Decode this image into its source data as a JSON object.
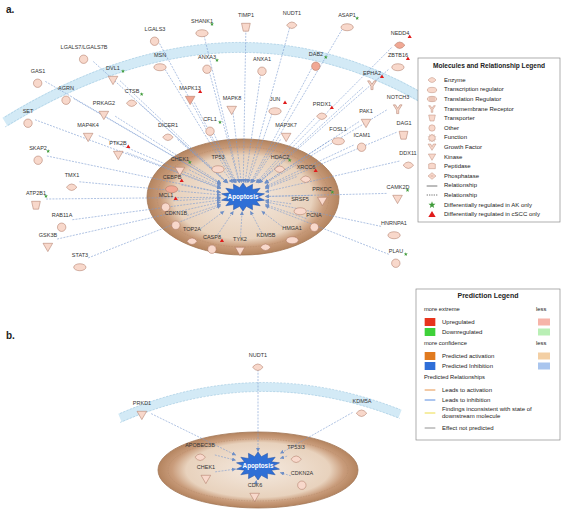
{
  "diagram": {
    "nodes": [
      {
        "text": [
          "LGALS7/LGALS7B"
        ]
      },
      {
        "text": [
          "LGALS3"
        ]
      },
      {
        "text": [
          "SHANK1"
        ]
      },
      {
        "text": [
          "TIMP1"
        ]
      },
      {
        "text": [
          "NUDT1"
        ]
      },
      {
        "text": [
          "ASAP1"
        ]
      },
      {
        "text": [
          "NEDD4"
        ]
      },
      {
        "text": [
          "ZBTB16"
        ]
      },
      {
        "text": [
          "GAS1"
        ]
      },
      {
        "text": [
          "AGRN"
        ]
      },
      {
        "text": [
          "DVL1"
        ]
      },
      {
        "text": [
          "MSN"
        ]
      },
      {
        "text": [
          "ANXA3"
        ]
      },
      {
        "text": [
          "ANXA1"
        ]
      },
      {
        "text": [
          "DAB2"
        ]
      },
      {
        "text": [
          "EPHA2"
        ]
      },
      {
        "text": [
          "CTSB"
        ]
      },
      {
        "text": [
          "PRKAG2"
        ]
      },
      {
        "text": [
          "MAPK13"
        ]
      },
      {
        "text": [
          "MAPK8"
        ]
      },
      {
        "text": [
          "JUN"
        ]
      },
      {
        "text": [
          "PRDX1"
        ]
      },
      {
        "text": [
          "PAK1"
        ]
      },
      {
        "text": [
          "NOTCH3"
        ]
      },
      {
        "text": [
          "DAG1"
        ]
      },
      {
        "text": [
          "SET"
        ]
      },
      {
        "text": [
          "MAP4K4"
        ]
      },
      {
        "text": [
          "PTK2B"
        ]
      },
      {
        "text": [
          "SKAP2"
        ]
      },
      {
        "text": [
          "TMX1"
        ]
      },
      {
        "text": [
          "ATP2B1"
        ]
      },
      {
        "text": [
          "RAB11A"
        ]
      },
      {
        "text": [
          "DDX11"
        ]
      },
      {
        "text": [
          "CAMK2D"
        ]
      },
      {
        "text": [
          "HNRNPA1"
        ]
      },
      {
        "text": [
          "PLAU"
        ]
      },
      {
        "text": [
          "GSK3B"
        ]
      },
      {
        "text": [
          "STAT3"
        ]
      },
      {
        "text": [
          "ICAM1"
        ]
      },
      {
        "text": [
          "FOSL1"
        ]
      },
      {
        "text": [
          "MAP3K7"
        ]
      },
      {
        "text": [
          "CFL1"
        ]
      },
      {
        "text": [
          "DICER1"
        ]
      },
      {
        "text": [
          "Apoptosis"
        ]
      },
      {
        "text": [
          "CHEK1"
        ]
      },
      {
        "text": [
          "CEBPB"
        ]
      },
      {
        "text": [
          "MCL1"
        ]
      },
      {
        "text": [
          "CDKN1B"
        ]
      },
      {
        "text": [
          "TOP2A"
        ]
      },
      {
        "text": [
          "CASP8"
        ]
      },
      {
        "text": [
          "TYK2"
        ]
      },
      {
        "text": [
          "KDM5B"
        ]
      },
      {
        "text": [
          "HMGA1"
        ]
      },
      {
        "text": [
          "PCNA"
        ]
      },
      {
        "text": [
          "XRCC6"
        ]
      },
      {
        "text": [
          "PRKDC"
        ]
      },
      {
        "text": [
          "TP53"
        ]
      },
      {
        "text": [
          "HDAC2"
        ]
      },
      {
        "text": [
          "SRSF5"
        ]
      },
      {
        "text": [
          "NUDT1"
        ]
      },
      {
        "text": [
          "PRKD1"
        ]
      },
      {
        "text": [
          "KDM5A"
        ]
      },
      {
        "text": [
          "APOBEC3B"
        ]
      },
      {
        "text": [
          "CHEK1"
        ]
      },
      {
        "text": [
          "Apoptosis"
        ]
      },
      {
        "text": [
          "CDK6"
        ]
      },
      {
        "text": [
          "CDKN2A"
        ]
      },
      {
        "text": [
          "TP53I3"
        ]
      }
    ],
    "edges": [
      {
        "from": 0,
        "to": 43,
        "arrow": "to"
      },
      {
        "from": 1,
        "to": 43,
        "arrow": "to"
      },
      {
        "from": 2,
        "to": 43,
        "arrow": "to"
      },
      {
        "from": 3,
        "to": 43,
        "arrow": "to"
      },
      {
        "from": 4,
        "to": 43,
        "arrow": "to"
      },
      {
        "from": 5,
        "to": 43,
        "arrow": "to"
      },
      {
        "from": 6,
        "to": 43,
        "arrow": "to"
      },
      {
        "from": 7,
        "to": 43,
        "arrow": "to"
      },
      {
        "from": 8,
        "to": 43,
        "arrow": "to"
      },
      {
        "from": 9,
        "to": 43,
        "arrow": "to"
      },
      {
        "from": 10,
        "to": 43,
        "arrow": "to"
      },
      {
        "from": 11,
        "to": 43,
        "arrow": "to"
      },
      {
        "from": 12,
        "to": 43,
        "arrow": "to"
      },
      {
        "from": 13,
        "to": 43,
        "arrow": "to"
      },
      {
        "from": 14,
        "to": 43,
        "arrow": "to"
      },
      {
        "from": 15,
        "to": 43,
        "arrow": "to"
      },
      {
        "from": 16,
        "to": 43,
        "arrow": "to"
      },
      {
        "from": 17,
        "to": 43,
        "arrow": "to"
      },
      {
        "from": 18,
        "to": 43,
        "arrow": "to"
      },
      {
        "from": 19,
        "to": 43,
        "arrow": "to"
      },
      {
        "from": 20,
        "to": 43,
        "arrow": "to"
      },
      {
        "from": 21,
        "to": 43,
        "arrow": "to"
      },
      {
        "from": 22,
        "to": 43,
        "arrow": "to"
      },
      {
        "from": 23,
        "to": 43,
        "arrow": "to"
      },
      {
        "from": 24,
        "to": 43,
        "arrow": "to"
      },
      {
        "from": 25,
        "to": 43,
        "arrow": "to"
      },
      {
        "from": 26,
        "to": 43,
        "arrow": "to"
      },
      {
        "from": 27,
        "to": 43,
        "arrow": "to"
      },
      {
        "from": 28,
        "to": 43,
        "arrow": "to"
      },
      {
        "from": 29,
        "to": 43,
        "arrow": "to"
      },
      {
        "from": 30,
        "to": 43,
        "arrow": "to"
      },
      {
        "from": 31,
        "to": 43,
        "arrow": "to"
      },
      {
        "from": 32,
        "to": 43,
        "arrow": "to"
      },
      {
        "from": 33,
        "to": 43,
        "arrow": "to"
      },
      {
        "from": 34,
        "to": 43,
        "arrow": "to"
      },
      {
        "from": 35,
        "to": 43,
        "arrow": "to"
      },
      {
        "from": 36,
        "to": 43,
        "arrow": "to"
      },
      {
        "from": 37,
        "to": 43,
        "arrow": "to"
      },
      {
        "from": 38,
        "to": 43,
        "arrow": "to"
      },
      {
        "from": 39,
        "to": 43,
        "arrow": "to"
      },
      {
        "from": 40,
        "to": 43,
        "arrow": "to"
      },
      {
        "from": 41,
        "to": 43,
        "arrow": "to"
      },
      {
        "from": 42,
        "to": 43,
        "arrow": "to"
      },
      {
        "from": 44,
        "to": 43,
        "arrow": "to"
      },
      {
        "from": 45,
        "to": 43,
        "arrow": "to"
      },
      {
        "from": 46,
        "to": 43,
        "arrow": "to"
      },
      {
        "from": 47,
        "to": 43,
        "arrow": "to"
      },
      {
        "from": 48,
        "to": 43,
        "arrow": "to"
      },
      {
        "from": 49,
        "to": 43,
        "arrow": "to"
      },
      {
        "from": 50,
        "to": 43,
        "arrow": "to"
      },
      {
        "from": 51,
        "to": 43,
        "arrow": "to"
      },
      {
        "from": 52,
        "to": 43,
        "arrow": "to"
      },
      {
        "from": 53,
        "to": 43,
        "arrow": "to"
      },
      {
        "from": 54,
        "to": 43,
        "arrow": "to"
      },
      {
        "from": 55,
        "to": 43,
        "arrow": "to"
      },
      {
        "from": 56,
        "to": 43,
        "arrow": "to"
      },
      {
        "from": 57,
        "to": 43,
        "arrow": "to"
      },
      {
        "from": 58,
        "to": 43,
        "arrow": "to"
      },
      {
        "from": 59,
        "to": 64,
        "arrow": "to"
      },
      {
        "from": 60,
        "to": 64,
        "arrow": "to"
      },
      {
        "from": 61,
        "to": 64,
        "arrow": "to"
      },
      {
        "from": 62,
        "to": 64,
        "arrow": "to"
      },
      {
        "from": 63,
        "to": 64,
        "arrow": "to"
      },
      {
        "from": 65,
        "to": 64,
        "arrow": "to"
      },
      {
        "from": 66,
        "to": 64,
        "arrow": "to"
      },
      {
        "from": 67,
        "to": 64,
        "arrow": "to"
      }
    ],
    "labels": [
      "a.",
      "b.",
      "Molecules and Relationship Legend",
      "Prediction Legend",
      "more extreme",
      "less",
      "more confidence",
      "less",
      "Predicted Relationships"
    ],
    "legend": [
      {
        "text": "Enzyme"
      },
      {
        "text": "Transcription regulator"
      },
      {
        "text": "Translation Regulator"
      },
      {
        "text": "Transmembrane Receptor"
      },
      {
        "text": "Transporter"
      },
      {
        "text": "Other"
      },
      {
        "text": "Function"
      },
      {
        "text": "Growth Factor"
      },
      {
        "text": "Kinase"
      },
      {
        "text": "Peptidase"
      },
      {
        "text": "Phosphatase"
      },
      {
        "text": "Relationship"
      },
      {
        "text": "Relationship"
      },
      {
        "text": "Differentially regulated in AK only"
      },
      {
        "text": "Differentially regulated in cSCC only"
      },
      {
        "text": "Upregulated",
        "color": "#e8341c"
      },
      {
        "text": "Downregulated",
        "color": "#3fd13a"
      },
      {
        "text": "Predicted activation",
        "color": "#e07a1f"
      },
      {
        "text": "Predicted Inhibition",
        "color": "#2e6ed8"
      },
      {
        "text": "Leads to activation"
      },
      {
        "text": "Leads to inhibition"
      },
      {
        "text": "Findings inconsistent with state of downstream molecule"
      },
      {
        "text": "Effect not predicted"
      }
    ]
  }
}
